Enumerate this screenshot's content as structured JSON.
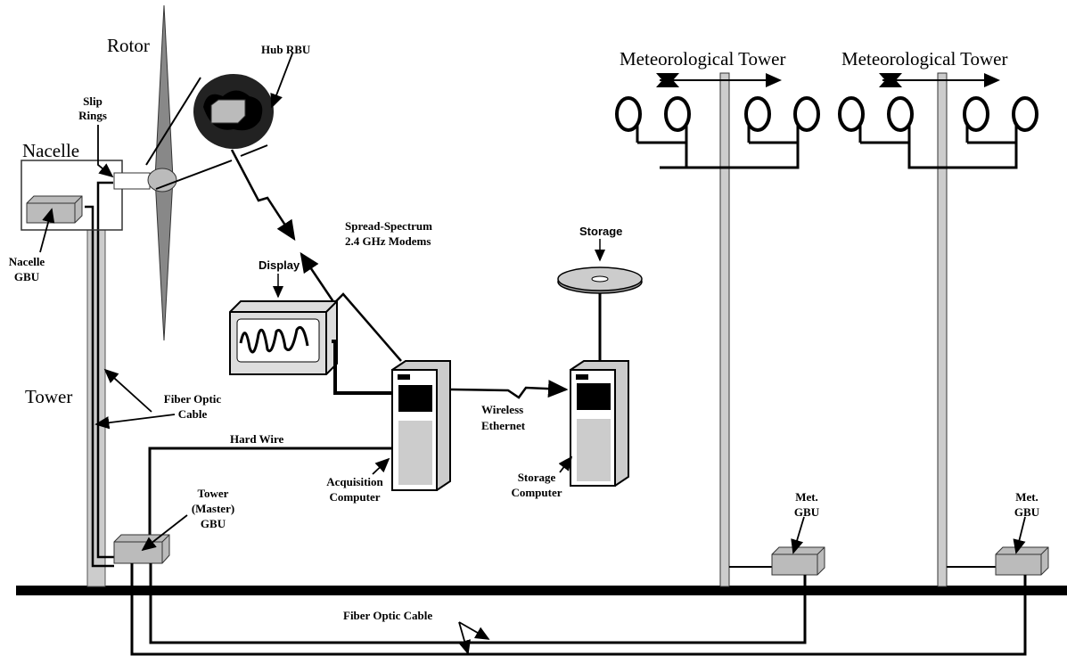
{
  "labels": {
    "rotor": "Rotor",
    "hub_rbu": "Hub RBU",
    "slip_rings_1": "Slip",
    "slip_rings_2": "Rings",
    "nacelle": "Nacelle",
    "nacelle_gbu_1": "Nacelle",
    "nacelle_gbu_2": "GBU",
    "tower": "Tower",
    "fiber_optic_1": "Fiber Optic",
    "fiber_optic_2": "Cable",
    "hard_wire": "Hard Wire",
    "tower_gbu_1": "Tower",
    "tower_gbu_2": "(Master)",
    "tower_gbu_3": "GBU",
    "spread_1": "Spread-Spectrum",
    "spread_2": "2.4 GHz Modems",
    "display": "Display",
    "acq_1": "Acquisition",
    "acq_2": "Computer",
    "wireless_1": "Wireless",
    "wireless_2": "Ethernet",
    "storage": "Storage",
    "storage_comp_1": "Storage",
    "storage_comp_2": "Computer",
    "met_tower_1": "Meteorological Tower",
    "met_tower_2": "Meteorological Tower",
    "met_gbu_1a": "Met.",
    "met_gbu_1b": "GBU",
    "met_gbu_2a": "Met.",
    "met_gbu_2b": "GBU",
    "fiber_bottom": "Fiber Optic Cable"
  },
  "colors": {
    "line": "#000000",
    "box_fill": "#c8c8c8",
    "pole_fill": "#cccccc"
  }
}
